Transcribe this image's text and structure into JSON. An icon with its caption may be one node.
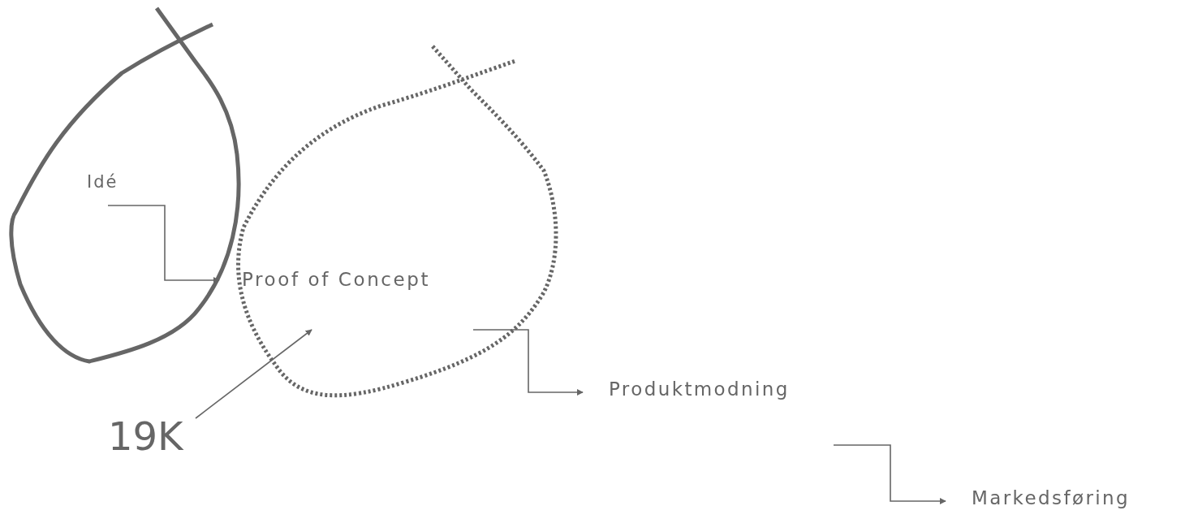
{
  "diagram": {
    "nodes": [
      {
        "text": [
          "Idé"
        ]
      },
      {
        "text": [
          "Proof of Concept"
        ]
      },
      {
        "text": [
          "Produktmodning"
        ]
      },
      {
        "text": [
          "Markedsføring"
        ]
      },
      {
        "text": [
          "19K"
        ]
      }
    ],
    "edges": [
      {
        "from": 0,
        "to": 1,
        "arrow": "to"
      },
      {
        "from": 1,
        "to": 2,
        "arrow": "to"
      },
      {
        "from": 2,
        "to": 3,
        "arrow": "to"
      },
      {
        "from": 4,
        "to": 1,
        "arrow": "to"
      }
    ]
  }
}
